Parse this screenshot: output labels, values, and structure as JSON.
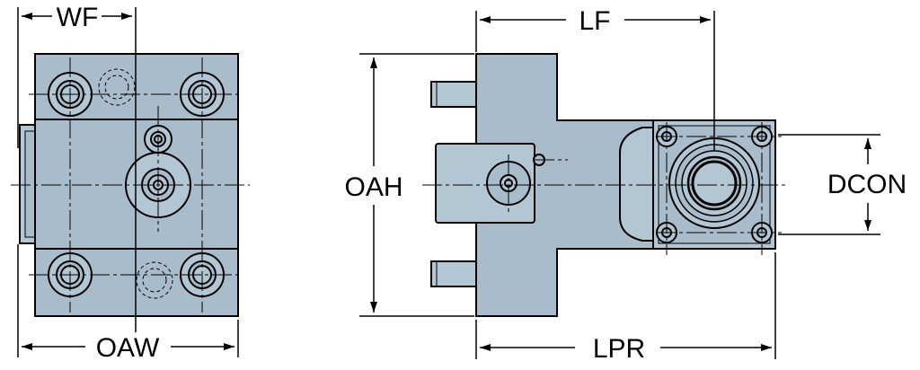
{
  "labels": {
    "wf": "WF",
    "oaw": "OAW",
    "lf": "LF",
    "oah": "OAH",
    "dcon": "DCON",
    "lpr": "LPR"
  },
  "colors": {
    "body_fill": "#a9bccb",
    "body_fill_light": "#b3c6d4",
    "outline": "#000000",
    "background": "#ffffff"
  }
}
